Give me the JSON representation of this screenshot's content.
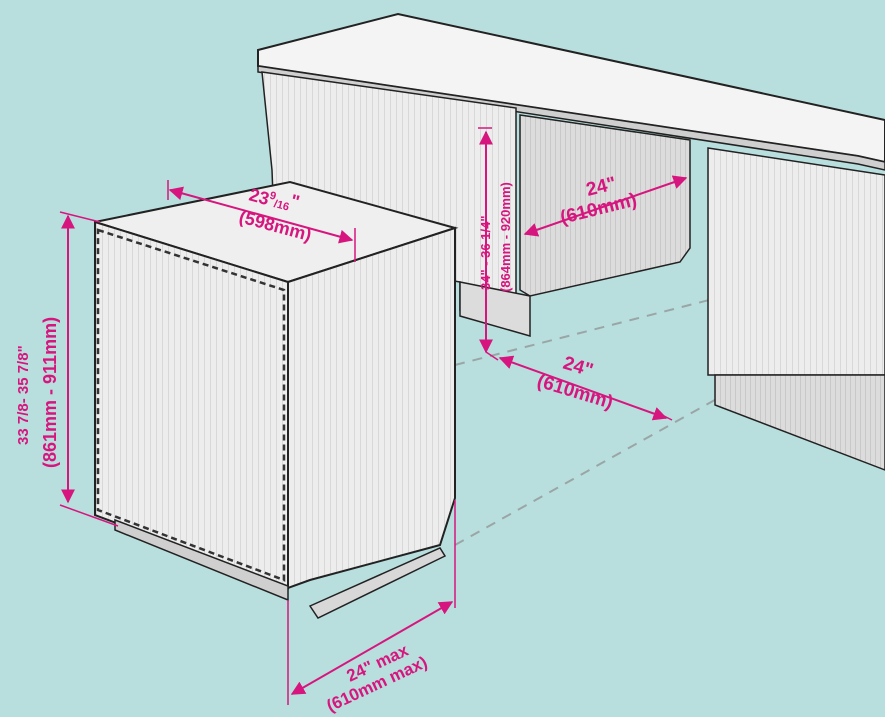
{
  "colors": {
    "background": "#b9dede",
    "dimension": "#d6167e",
    "cabinet": "#eeeeee",
    "cabinet_shadow": "#c9c9c9",
    "outline": "#222222"
  },
  "dimensions": {
    "top_depth": {
      "imperial_whole": "23",
      "imperial_num": "9",
      "imperial_den": "16",
      "imperial_mark": "\"",
      "metric": "(598mm)"
    },
    "height": {
      "line1": "33 7/8- 35 7/8\"",
      "line2": "(861mm - 911mm)"
    },
    "opening_height": {
      "line1": "34\" - 36 1/4\"",
      "line2": "(864mm - 920mm)"
    },
    "opening_width": {
      "imperial": "24\"",
      "metric": "(610mm)"
    },
    "floor_width": {
      "imperial": "24\"",
      "metric": "(610mm)"
    },
    "max_width": {
      "imperial": "24\" max",
      "metric": "(610mm max)"
    }
  }
}
